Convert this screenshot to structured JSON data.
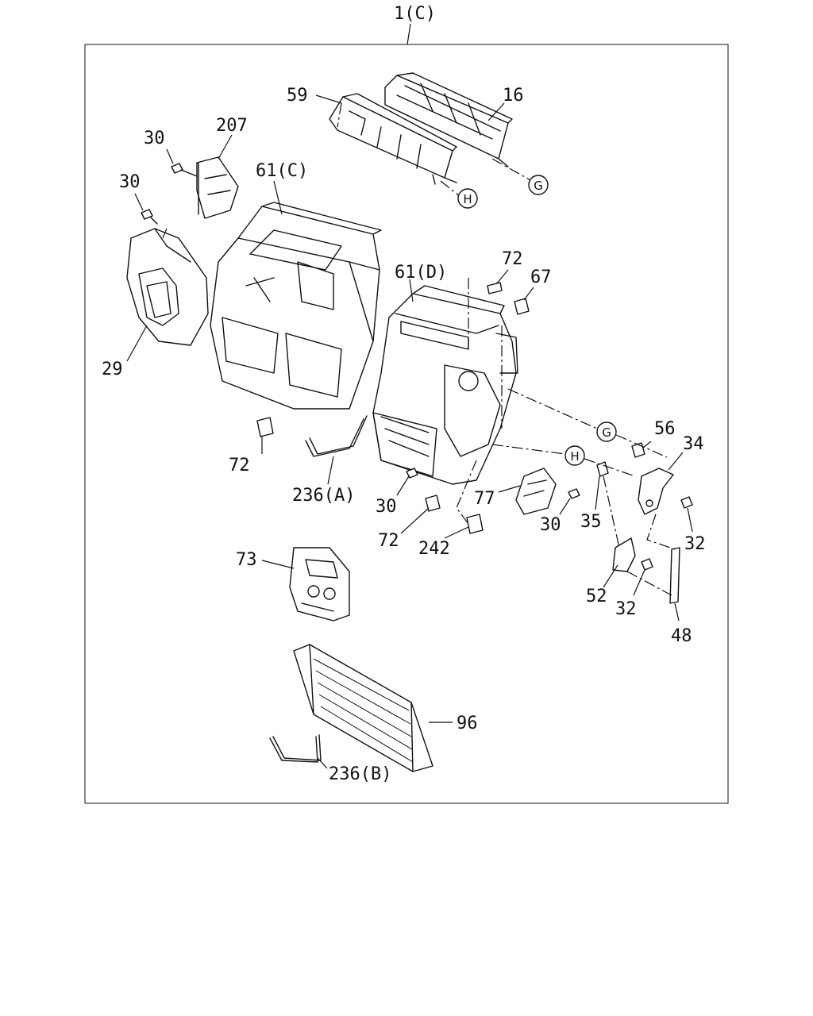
{
  "title": "1(C)",
  "callouts": [
    {
      "id": "c-59",
      "text": "59"
    },
    {
      "id": "c-16",
      "text": "16"
    },
    {
      "id": "c-207",
      "text": "207"
    },
    {
      "id": "c-30a",
      "text": "30"
    },
    {
      "id": "c-30b",
      "text": "30"
    },
    {
      "id": "c-61c",
      "text": "61(C)"
    },
    {
      "id": "c-29",
      "text": "29"
    },
    {
      "id": "c-72a",
      "text": "72"
    },
    {
      "id": "c-67",
      "text": "67"
    },
    {
      "id": "c-61d",
      "text": "61(D)"
    },
    {
      "id": "c-56",
      "text": "56"
    },
    {
      "id": "c-34",
      "text": "34"
    },
    {
      "id": "c-72b",
      "text": "72"
    },
    {
      "id": "c-236a",
      "text": "236(A)"
    },
    {
      "id": "c-30c",
      "text": "30"
    },
    {
      "id": "c-77",
      "text": "77"
    },
    {
      "id": "c-30d",
      "text": "30"
    },
    {
      "id": "c-35",
      "text": "35"
    },
    {
      "id": "c-32a",
      "text": "32"
    },
    {
      "id": "c-72c",
      "text": "72"
    },
    {
      "id": "c-242",
      "text": "242"
    },
    {
      "id": "c-73",
      "text": "73"
    },
    {
      "id": "c-52",
      "text": "52"
    },
    {
      "id": "c-32b",
      "text": "32"
    },
    {
      "id": "c-48",
      "text": "48"
    },
    {
      "id": "c-96",
      "text": "96"
    },
    {
      "id": "c-236b",
      "text": "236(B)"
    }
  ],
  "connectors": {
    "g": "G",
    "h": "H"
  }
}
